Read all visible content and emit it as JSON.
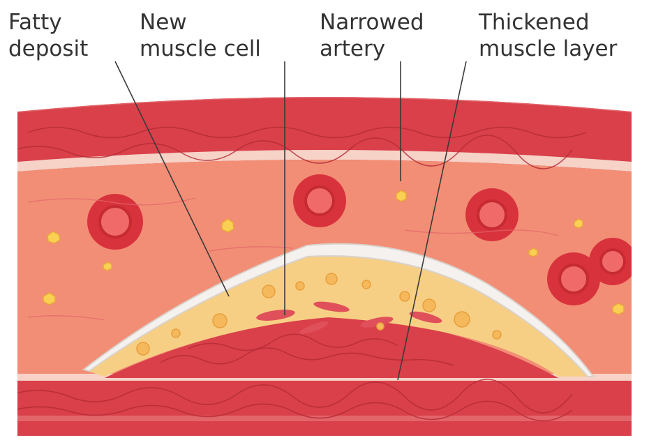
{
  "labels": {
    "fatty_deposit": [
      "Fatty",
      "deposit"
    ],
    "new_muscle_cell": [
      "New",
      "muscle cell"
    ],
    "narrowed_artery": [
      "Narrowed",
      "artery"
    ],
    "thickened_muscle_layer": [
      "Thickened",
      "muscle layer"
    ]
  },
  "colors": {
    "wall_muscle": "#d9404a",
    "wall_muscle_light": "#e2656a",
    "wall_band": "#f6d2c7",
    "lumen": "#f28e76",
    "lumen_light": "#f7b29c",
    "plaque_fat": "#f7cf84",
    "plaque_cap": "#f4f1ee",
    "rbc": "#d8323c",
    "rbc_inner": "#f06a6a",
    "leader": "#3a3a3a",
    "text": "#333333"
  }
}
